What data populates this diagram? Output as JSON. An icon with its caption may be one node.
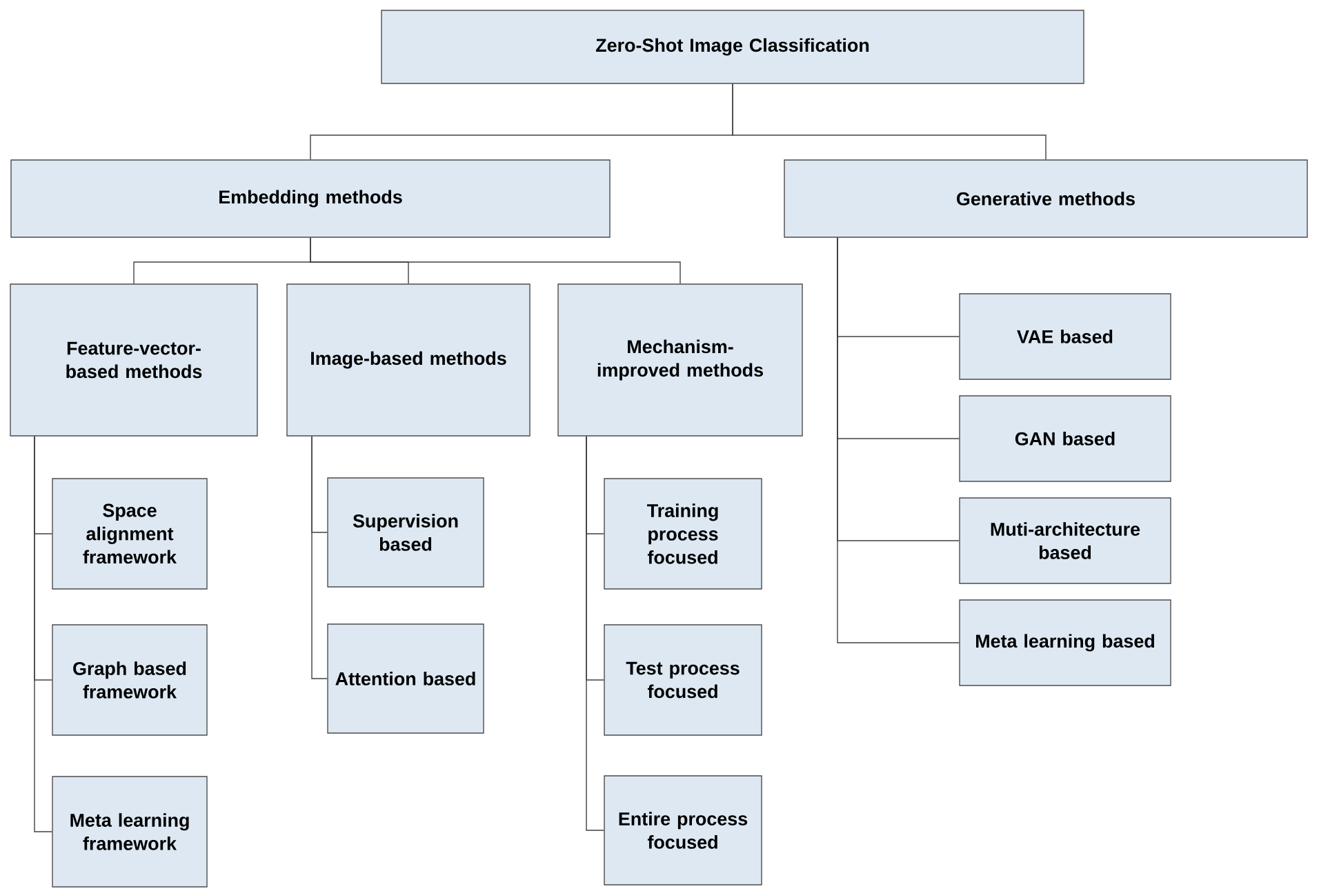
{
  "diagram": {
    "nodes": [
      {
        "text": [
          "Zero-Shot Image Classification"
        ]
      },
      {
        "text": [
          "Embedding methods"
        ]
      },
      {
        "text": [
          "Generative methods"
        ]
      },
      {
        "text": [
          "Feature-vector-based methods"
        ]
      },
      {
        "text": [
          "Image-based methods"
        ]
      },
      {
        "text": [
          "Mechanism-improved methods"
        ]
      },
      {
        "text": [
          "Space alignment framework"
        ]
      },
      {
        "text": [
          "Graph based framework"
        ]
      },
      {
        "text": [
          "Meta learning framework"
        ]
      },
      {
        "text": [
          "Supervision based"
        ]
      },
      {
        "text": [
          "Attention based"
        ]
      },
      {
        "text": [
          "Training process focused"
        ]
      },
      {
        "text": [
          "Test process focused"
        ]
      },
      {
        "text": [
          "Entire process focused"
        ]
      },
      {
        "text": [
          "VAE based"
        ]
      },
      {
        "text": [
          "GAN based"
        ]
      },
      {
        "text": [
          "Muti-architecture based"
        ]
      },
      {
        "text": [
          "Meta learning based"
        ]
      }
    ],
    "edges": [
      {
        "from": 0,
        "to": 1,
        "arrow": "none"
      },
      {
        "from": 0,
        "to": 2,
        "arrow": "none"
      },
      {
        "from": 1,
        "to": 3,
        "arrow": "none"
      },
      {
        "from": 1,
        "to": 4,
        "arrow": "none"
      },
      {
        "from": 1,
        "to": 5,
        "arrow": "none"
      },
      {
        "from": 3,
        "to": 6,
        "arrow": "none"
      },
      {
        "from": 3,
        "to": 7,
        "arrow": "none"
      },
      {
        "from": 3,
        "to": 8,
        "arrow": "none"
      },
      {
        "from": 4,
        "to": 9,
        "arrow": "none"
      },
      {
        "from": 4,
        "to": 10,
        "arrow": "none"
      },
      {
        "from": 5,
        "to": 11,
        "arrow": "none"
      },
      {
        "from": 5,
        "to": 12,
        "arrow": "none"
      },
      {
        "from": 5,
        "to": 13,
        "arrow": "none"
      },
      {
        "from": 2,
        "to": 14,
        "arrow": "none"
      },
      {
        "from": 2,
        "to": 15,
        "arrow": "none"
      },
      {
        "from": 2,
        "to": 16,
        "arrow": "none"
      },
      {
        "from": 2,
        "to": 17,
        "arrow": "none"
      }
    ]
  }
}
